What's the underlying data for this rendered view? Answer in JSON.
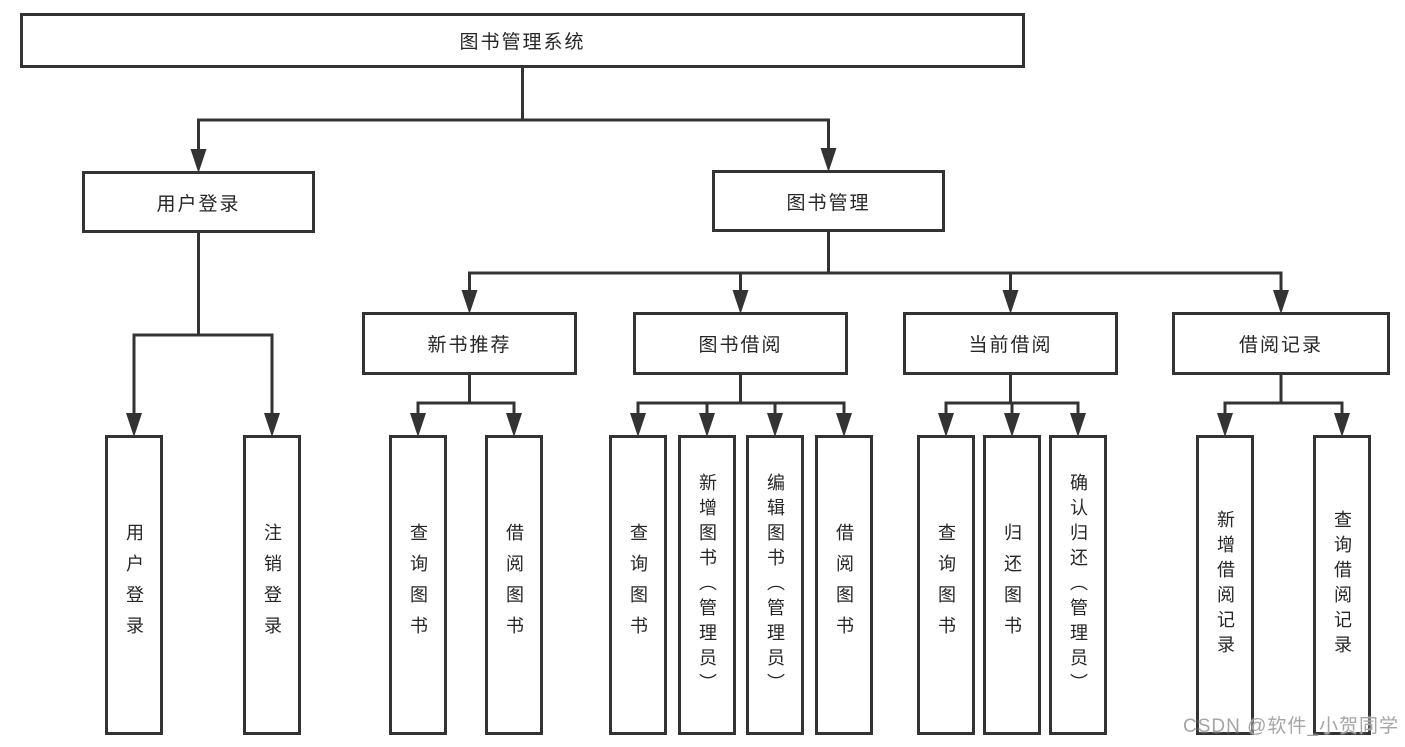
{
  "tree": {
    "label": "图书管理系统",
    "children": [
      {
        "label": "用户登录",
        "children": [
          {
            "label": "用户登录"
          },
          {
            "label": "注销登录"
          }
        ]
      },
      {
        "label": "图书管理",
        "children": [
          {
            "label": "新书推荐",
            "children": [
              {
                "label": "查询图书"
              },
              {
                "label": "借阅图书"
              }
            ]
          },
          {
            "label": "图书借阅",
            "children": [
              {
                "label": "查询图书"
              },
              {
                "label": "新增图书（管理员）"
              },
              {
                "label": "编辑图书（管理员）"
              },
              {
                "label": "借阅图书"
              }
            ]
          },
          {
            "label": "当前借阅",
            "children": [
              {
                "label": "查询图书"
              },
              {
                "label": "归还图书"
              },
              {
                "label": "确认归还（管理员）"
              }
            ]
          },
          {
            "label": "借阅记录",
            "children": [
              {
                "label": "新增借阅记录"
              },
              {
                "label": "查询借阅记录"
              }
            ]
          }
        ]
      }
    ]
  },
  "watermark": "CSDN @软件_小贺同学",
  "colors": {
    "line": "#333333",
    "text": "#262626",
    "watermark": "#a5a5a5",
    "background": "#ffffff"
  }
}
